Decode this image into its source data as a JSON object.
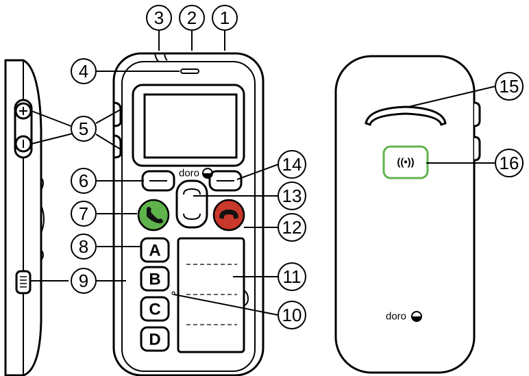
{
  "diagram": {
    "callouts": [
      {
        "num": "1"
      },
      {
        "num": "2"
      },
      {
        "num": "3"
      },
      {
        "num": "4"
      },
      {
        "num": "5"
      },
      {
        "num": "6"
      },
      {
        "num": "7"
      },
      {
        "num": "8"
      },
      {
        "num": "9"
      },
      {
        "num": "10"
      },
      {
        "num": "11"
      },
      {
        "num": "12"
      },
      {
        "num": "13"
      },
      {
        "num": "14"
      },
      {
        "num": "15"
      },
      {
        "num": "16"
      }
    ],
    "keys": [
      "A",
      "B",
      "C",
      "D"
    ],
    "brand_front": "doro",
    "brand_back": "doro",
    "vibrate_symbol": "((•))",
    "colors": {
      "call_button": "#5fb24c",
      "end_button": "#c8392b",
      "vibrate_ring": "#5fb24c"
    },
    "icons": [
      "plus-icon",
      "minus-icon",
      "menu-lines-icon",
      "call-icon",
      "end-call-icon",
      "doro-logo-icon"
    ]
  }
}
